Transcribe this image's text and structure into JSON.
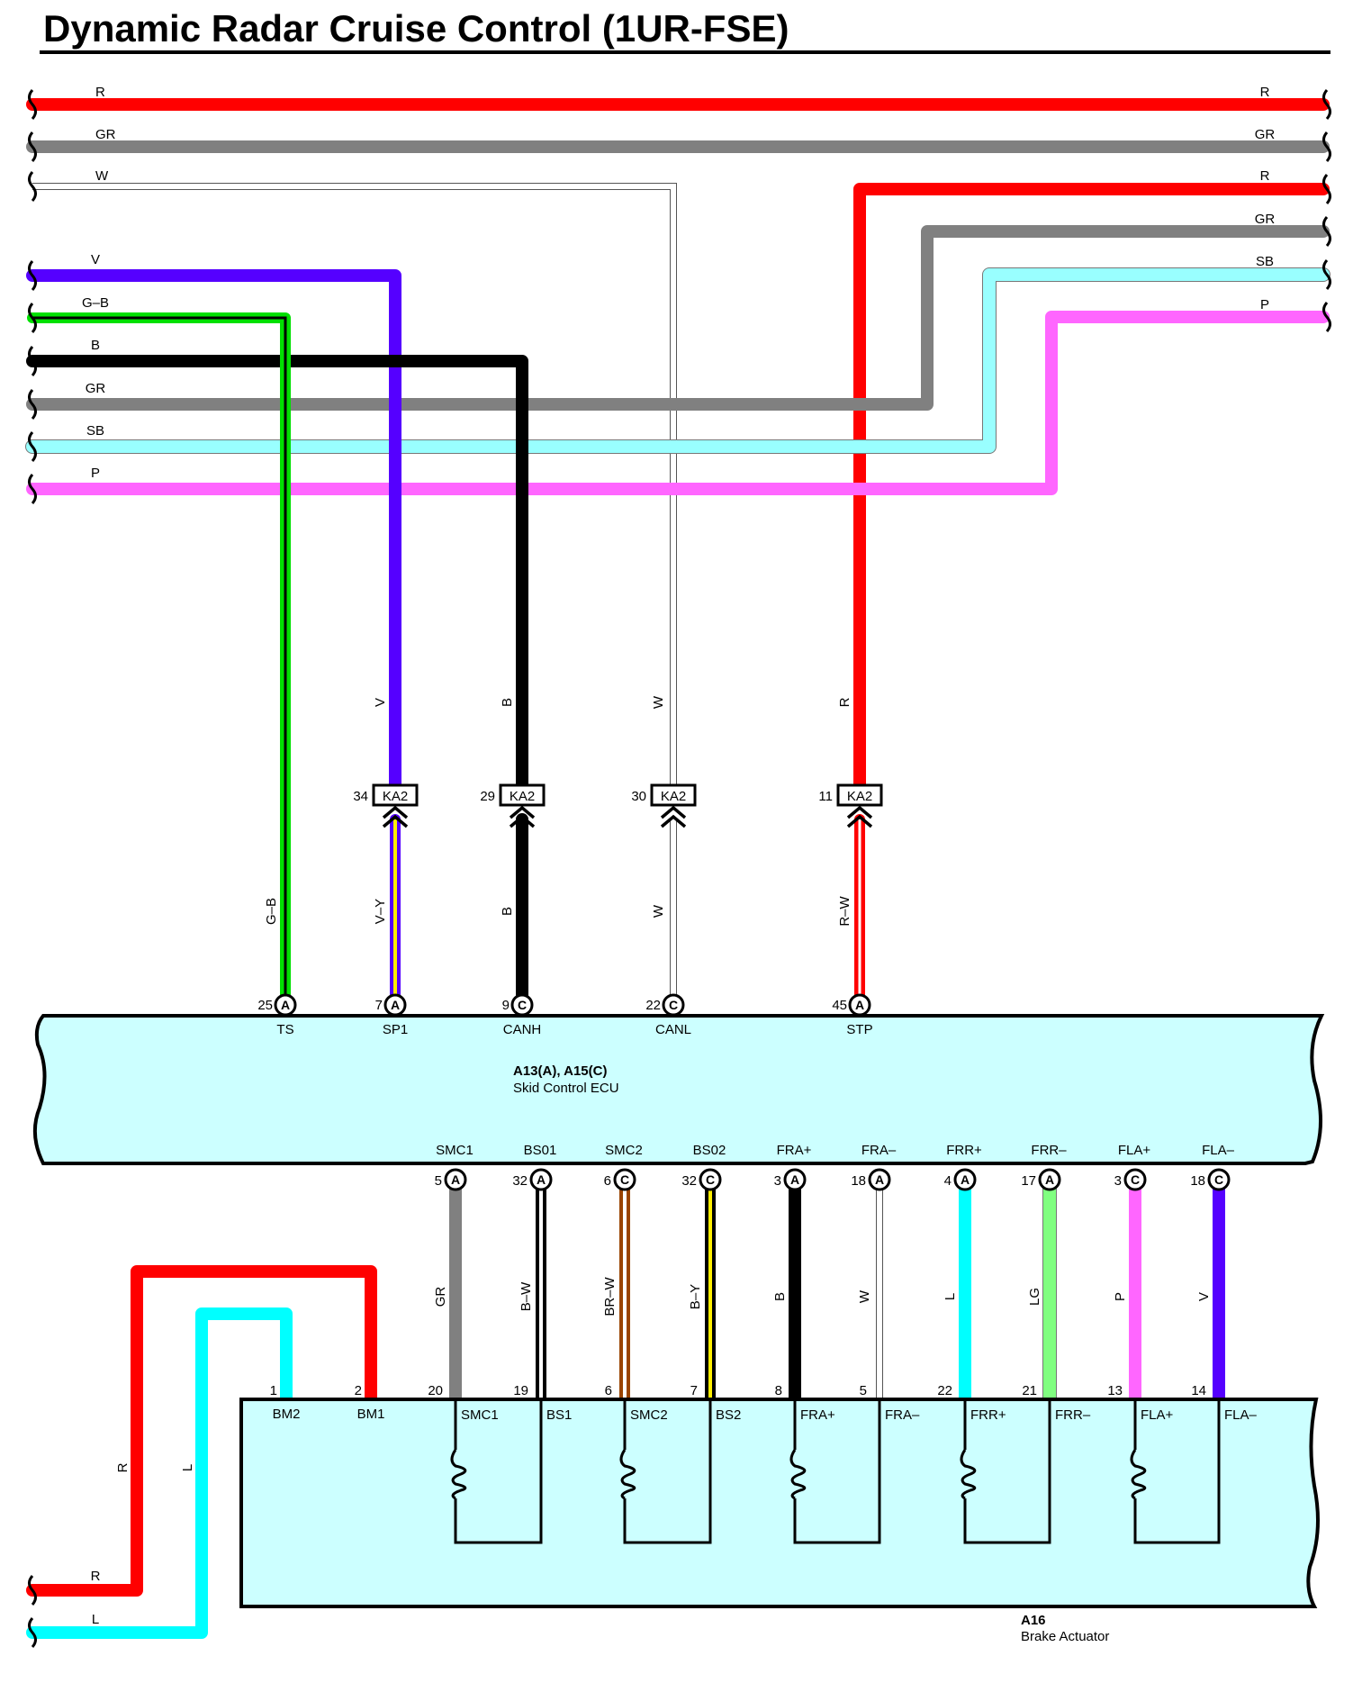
{
  "title": "Dynamic Radar Cruise Control (1UR-FSE)",
  "colors": {
    "R": "#ff0000",
    "GR": "#808080",
    "W": "#ffffff",
    "V": "#5500ff",
    "G": "#00e000",
    "B": "#000000",
    "SB": "#99ffff",
    "P": "#ff66ff",
    "L": "#00ffff",
    "LG": "#80ff80",
    "BR": "#994400",
    "Y": "#ffee00",
    "ecu_fill": "#ccffff",
    "outline": "#000000"
  },
  "top_left_wires": [
    "R",
    "GR",
    "W"
  ],
  "top_right_wires": [
    "R",
    "GR",
    "R",
    "GR",
    "SB",
    "P"
  ],
  "mid_left_wires": [
    "V",
    "G–B",
    "B",
    "GR",
    "SB",
    "P"
  ],
  "ka2_connectors": [
    {
      "name": "KA2",
      "pin": "34",
      "wire_above": "V",
      "wire_below": "V–Y"
    },
    {
      "name": "KA2",
      "pin": "29",
      "wire_above": "B",
      "wire_below": "B"
    },
    {
      "name": "KA2",
      "pin": "30",
      "wire_above": "W",
      "wire_below": "W"
    },
    {
      "name": "KA2",
      "pin": "11",
      "wire_above": "R",
      "wire_below": "R–W"
    }
  ],
  "gb_wire_label": "G–B",
  "ecu": {
    "name": "A13(A), A15(C)",
    "subtitle": "Skid Control ECU",
    "top_pins": [
      {
        "pin": "25",
        "conn": "A",
        "name": "TS"
      },
      {
        "pin": "7",
        "conn": "A",
        "name": "SP1"
      },
      {
        "pin": "9",
        "conn": "C",
        "name": "CANH"
      },
      {
        "pin": "22",
        "conn": "C",
        "name": "CANL"
      },
      {
        "pin": "45",
        "conn": "A",
        "name": "STP"
      }
    ],
    "bottom_pins": [
      {
        "name": "SMC1",
        "pin": "5",
        "conn": "A",
        "wire": "GR",
        "act_pin": "20"
      },
      {
        "name": "BS01",
        "pin": "32",
        "conn": "A",
        "wire": "B–W",
        "act_pin": "19"
      },
      {
        "name": "SMC2",
        "pin": "6",
        "conn": "C",
        "wire": "BR–W",
        "act_pin": "6"
      },
      {
        "name": "BS02",
        "pin": "32",
        "conn": "C",
        "wire": "B–Y",
        "act_pin": "7"
      },
      {
        "name": "FRA+",
        "pin": "3",
        "conn": "A",
        "wire": "B",
        "act_pin": "8"
      },
      {
        "name": "FRA–",
        "pin": "18",
        "conn": "A",
        "wire": "W",
        "act_pin": "5"
      },
      {
        "name": "FRR+",
        "pin": "4",
        "conn": "A",
        "wire": "L",
        "act_pin": "22"
      },
      {
        "name": "FRR–",
        "pin": "17",
        "conn": "A",
        "wire": "LG",
        "act_pin": "21"
      },
      {
        "name": "FLA+",
        "pin": "3",
        "conn": "C",
        "wire": "P",
        "act_pin": "13"
      },
      {
        "name": "FLA–",
        "pin": "18",
        "conn": "C",
        "wire": "V",
        "act_pin": "14"
      }
    ]
  },
  "actuator": {
    "name": "A16",
    "subtitle": "Brake Actuator",
    "bm_pins": [
      {
        "pin": "1",
        "name": "BM2",
        "wire": "L"
      },
      {
        "pin": "2",
        "name": "BM1",
        "wire": "R"
      }
    ],
    "terminal_names": [
      "SMC1",
      "BS1",
      "SMC2",
      "BS2",
      "FRA+",
      "FRA–",
      "FRR+",
      "FRR–",
      "FLA+",
      "FLA–"
    ]
  },
  "bottom_left_wires": [
    "R",
    "L"
  ]
}
